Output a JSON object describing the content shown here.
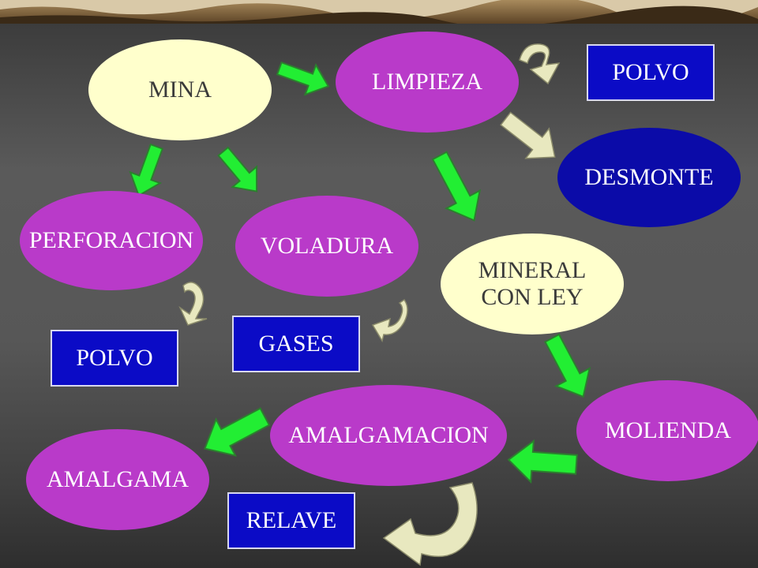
{
  "diagram": {
    "nodes": {
      "mina": "MINA",
      "limpieza": "LIMPIEZA",
      "polvo_top": "POLVO",
      "desmonte": "DESMONTE",
      "perforacion": "PERFORACION",
      "voladura": "VOLADURA",
      "mineral": "MINERAL\nCON LEY",
      "polvo_left": "POLVO",
      "gases": "GASES",
      "molienda": "MOLIENDA",
      "amalgamacion": "AMALGAMACION",
      "amalgama": "AMALGAMA",
      "relave": "RELAVE"
    },
    "colors": {
      "ellipse_cream": "#ffffcc",
      "ellipse_purple": "#b93ac9",
      "ellipse_navy": "#0b0ba8",
      "box_blue": "#0b0bc6",
      "arrow_green": "#22ee33",
      "arrow_cream": "#e8e8bf",
      "background": "#575757"
    },
    "connections": [
      {
        "from": "MINA",
        "to": "LIMPIEZA"
      },
      {
        "from": "MINA",
        "to": "PERFORACION"
      },
      {
        "from": "MINA",
        "to": "VOLADURA"
      },
      {
        "from": "LIMPIEZA",
        "to": "POLVO"
      },
      {
        "from": "LIMPIEZA",
        "to": "DESMONTE"
      },
      {
        "from": "LIMPIEZA",
        "to": "MINERAL CON LEY"
      },
      {
        "from": "PERFORACION",
        "to": "POLVO"
      },
      {
        "from": "VOLADURA",
        "to": "GASES"
      },
      {
        "from": "MINERAL CON LEY",
        "to": "MOLIENDA"
      },
      {
        "from": "MOLIENDA",
        "to": "AMALGAMACION"
      },
      {
        "from": "AMALGAMACION",
        "to": "AMALGAMA"
      },
      {
        "from": "AMALGAMACION",
        "to": "RELAVE"
      }
    ]
  }
}
